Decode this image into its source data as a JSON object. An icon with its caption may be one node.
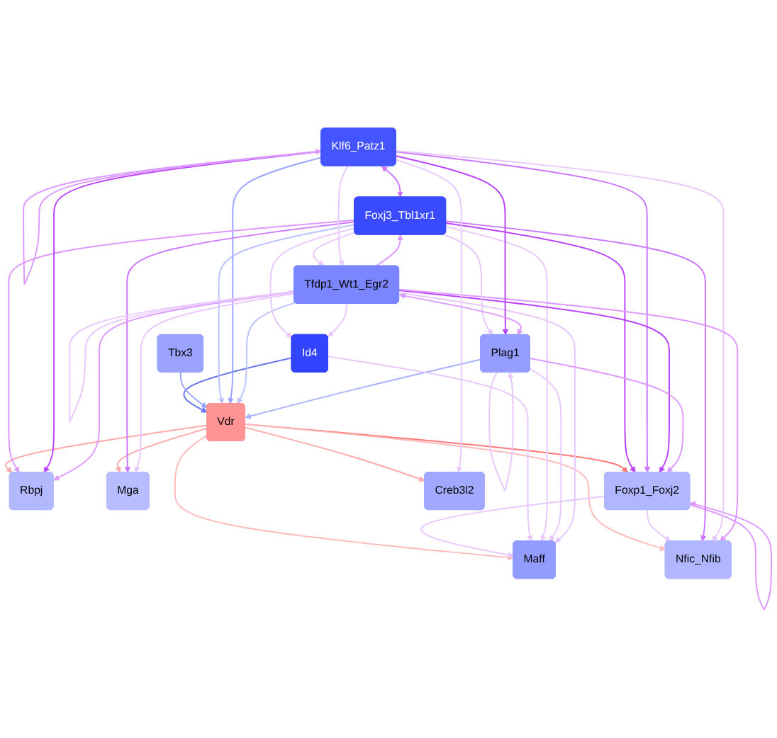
{
  "diagram": {
    "nodes": [
      {
        "text": [
          "Rbpj"
        ]
      },
      {
        "text": [
          "Maff"
        ]
      },
      {
        "text": [
          "Mga"
        ]
      },
      {
        "text": [
          "Foxp1_Foxj2"
        ]
      },
      {
        "text": [
          "Creb3l2"
        ]
      },
      {
        "text": [
          "Vdr"
        ]
      },
      {
        "text": [
          "Nfic_Nfib"
        ]
      },
      {
        "text": [
          "Id4"
        ]
      },
      {
        "text": [
          "Tbx3"
        ]
      },
      {
        "text": [
          "Foxj3_Tbl1xr1"
        ]
      },
      {
        "text": [
          "Plag1"
        ]
      },
      {
        "text": [
          "Klf6_Patz1"
        ]
      },
      {
        "text": [
          "Tfdp1_Wt1_Egr2"
        ]
      }
    ],
    "edges": [
      {
        "from": 5,
        "to": 0,
        "arrow": "to",
        "color": "#ffaaaa"
      },
      {
        "from": 5,
        "to": 1,
        "arrow": "to",
        "color": "#ffbbbb"
      },
      {
        "from": 5,
        "to": 2,
        "arrow": "to",
        "color": "#ffaaaa"
      },
      {
        "from": 5,
        "to": 3,
        "arrow": "to",
        "color": "#ff7777"
      },
      {
        "from": 5,
        "to": 4,
        "arrow": "to",
        "color": "#ffaaaa"
      },
      {
        "from": 5,
        "to": 6,
        "arrow": "to",
        "color": "#ffbbbb"
      },
      {
        "from": 7,
        "to": 5,
        "arrow": "to",
        "color": "#6677ee"
      },
      {
        "from": 8,
        "to": 5,
        "arrow": "to",
        "color": "#99a3ff"
      },
      {
        "from": 9,
        "to": 5,
        "arrow": "to",
        "color": "#bbc2ff"
      },
      {
        "from": 11,
        "to": 5,
        "arrow": "to",
        "color": "#99a3ff"
      },
      {
        "from": 12,
        "to": 5,
        "arrow": "to",
        "color": "#bbc2ff"
      },
      {
        "from": 10,
        "to": 5,
        "arrow": "to",
        "color": "#aab0ff"
      },
      {
        "from": 3,
        "to": 1,
        "arrow": "to"
      },
      {
        "from": 3,
        "to": 3,
        "arrow": "to",
        "color": "#dd99ff"
      },
      {
        "from": 3,
        "to": 6,
        "arrow": "to"
      },
      {
        "from": 9,
        "to": 3,
        "arrow": "to",
        "color": "#bb44ff"
      },
      {
        "from": 9,
        "to": 2,
        "arrow": "to",
        "color": "#cc77ff"
      },
      {
        "from": 9,
        "to": 0,
        "arrow": "to",
        "color": "#dd99ff"
      },
      {
        "from": 11,
        "to": 0,
        "arrow": "to",
        "color": "#bb44ff"
      },
      {
        "from": 12,
        "to": 0,
        "arrow": "to",
        "color": "#dd99ff"
      },
      {
        "from": 12,
        "to": 2,
        "arrow": "to"
      },
      {
        "from": 7,
        "to": 1,
        "arrow": "to"
      },
      {
        "from": 9,
        "to": 1,
        "arrow": "to"
      },
      {
        "from": 10,
        "to": 1,
        "arrow": "to"
      },
      {
        "from": 12,
        "to": 1,
        "arrow": "to"
      },
      {
        "from": 11,
        "to": 3,
        "arrow": "to",
        "color": "#cc77ff"
      },
      {
        "from": 12,
        "to": 3,
        "arrow": "to",
        "color": "#bb44ff"
      },
      {
        "from": 10,
        "to": 3,
        "arrow": "to",
        "color": "#dd99ff"
      },
      {
        "from": 9,
        "to": 6,
        "arrow": "to",
        "color": "#cc77ff"
      },
      {
        "from": 11,
        "to": 6,
        "arrow": "to"
      },
      {
        "from": 12,
        "to": 6,
        "arrow": "to",
        "color": "#dd99ff"
      },
      {
        "from": 9,
        "to": 7,
        "arrow": "to"
      },
      {
        "from": 12,
        "to": 7,
        "arrow": "to"
      },
      {
        "from": 11,
        "to": 4,
        "arrow": "to"
      },
      {
        "from": 9,
        "to": 10,
        "arrow": "to"
      },
      {
        "from": 11,
        "to": 10,
        "arrow": "to",
        "color": "#bb44ff"
      },
      {
        "from": 12,
        "to": 10,
        "arrow": "both",
        "color": "#dd99ff"
      },
      {
        "from": 10,
        "to": 10,
        "arrow": "to"
      },
      {
        "from": 11,
        "to": 9,
        "arrow": "both",
        "color": "#cc77ff"
      },
      {
        "from": 12,
        "to": 9,
        "arrow": "to",
        "color": "#dd99ff"
      },
      {
        "from": 9,
        "to": 12,
        "arrow": "to"
      },
      {
        "from": 11,
        "to": 11,
        "arrow": "to",
        "color": "#dd99ff"
      },
      {
        "from": 12,
        "to": 12,
        "arrow": "to"
      },
      {
        "from": 11,
        "to": 12,
        "arrow": "to"
      }
    ]
  }
}
